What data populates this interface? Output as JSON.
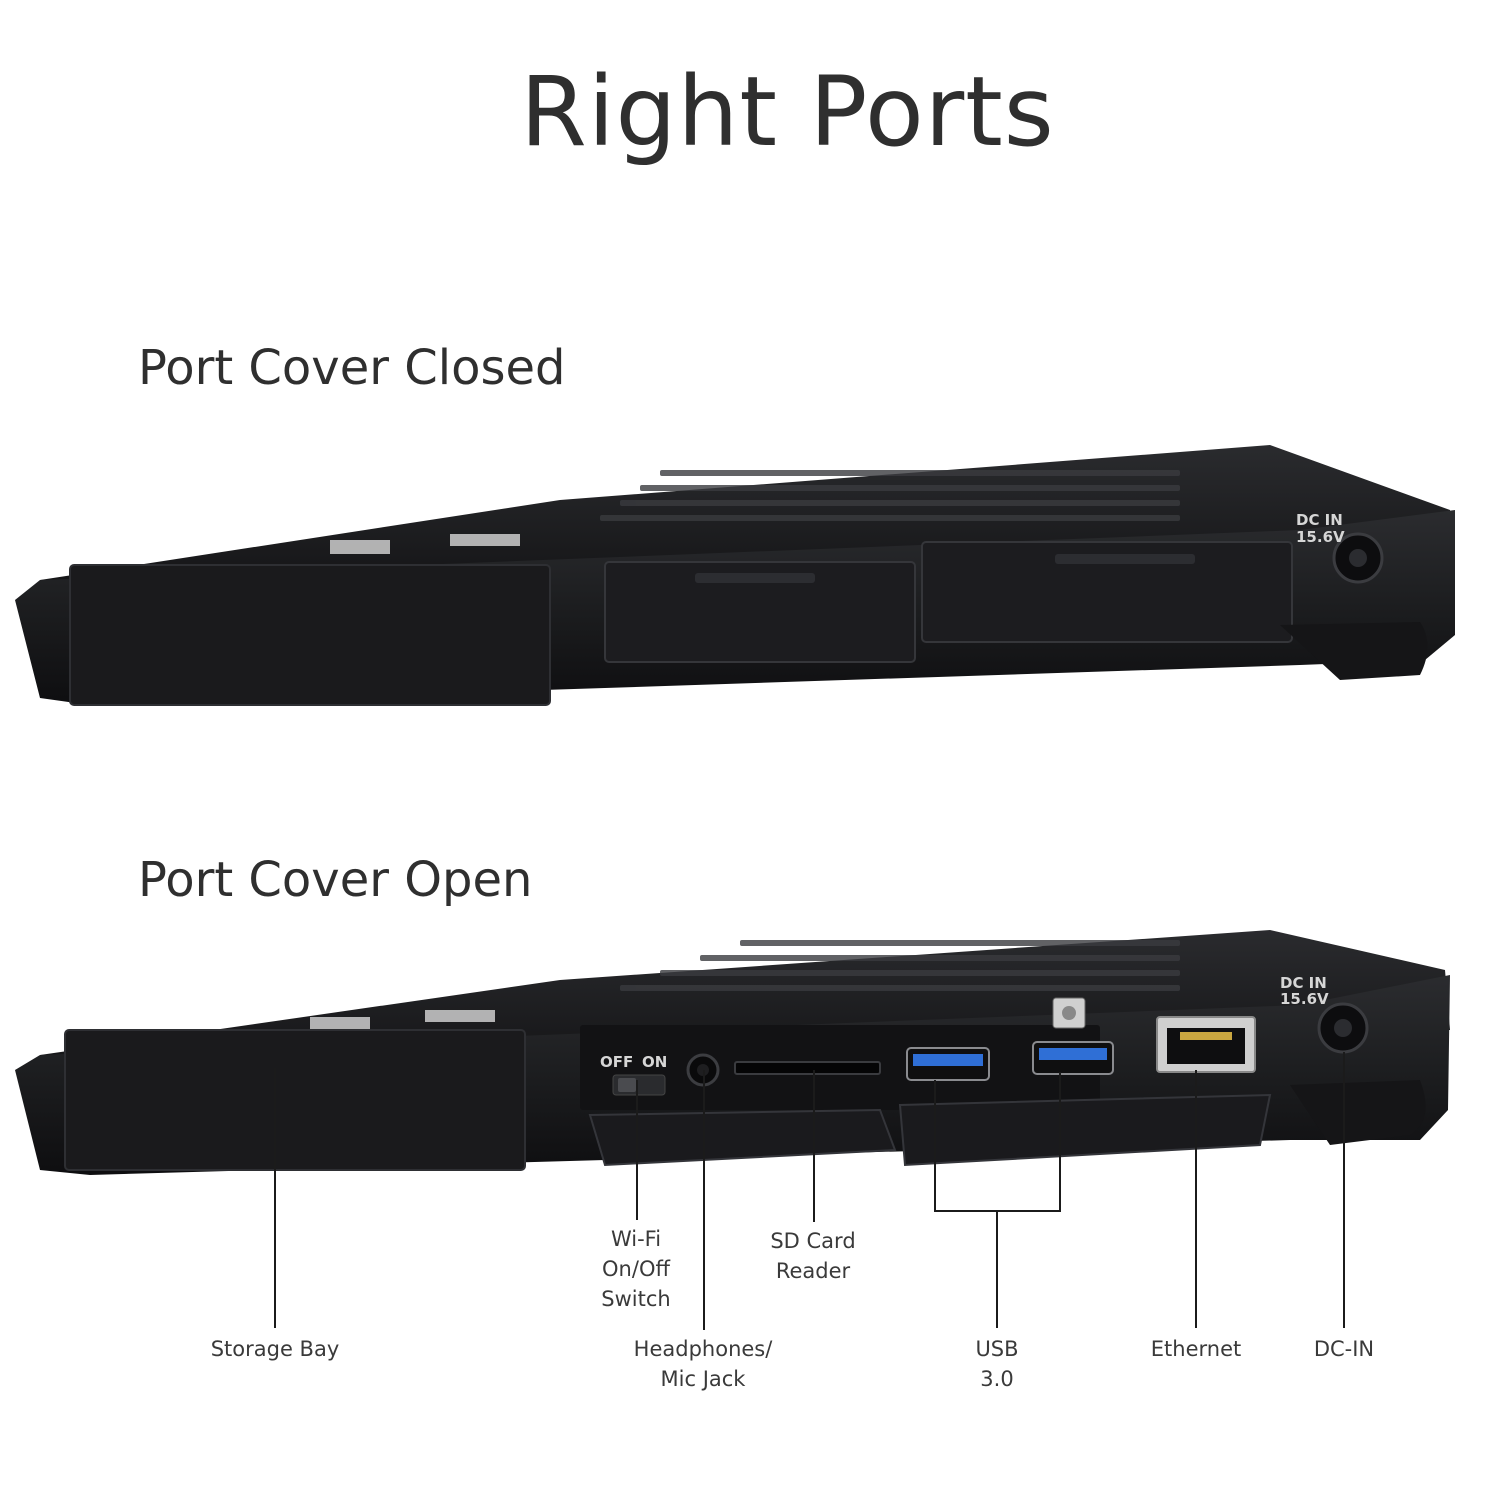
{
  "title": "Right Ports",
  "sections": {
    "closed": {
      "heading": "Port Cover Closed"
    },
    "open": {
      "heading": "Port Cover Open"
    }
  },
  "device_markings": {
    "dc_in_line1": "DC IN",
    "dc_in_line2": "15.6V",
    "switch_off": "OFF",
    "switch_on": "ON"
  },
  "callouts": {
    "storage_bay": "Storage Bay",
    "wifi_line1": "Wi-Fi",
    "wifi_line2": "On/Off",
    "wifi_line3": "Switch",
    "headphones_line1": "Headphones/",
    "headphones_line2": "Mic Jack",
    "sd_line1": "SD Card",
    "sd_line2": "Reader",
    "usb_line1": "USB",
    "usb_line2": "3.0",
    "ethernet": "Ethernet",
    "dc_in": "DC-IN"
  },
  "colors": {
    "body": "#1f1f21",
    "body_dark": "#111113",
    "usb_blue": "#2f6fd6"
  }
}
